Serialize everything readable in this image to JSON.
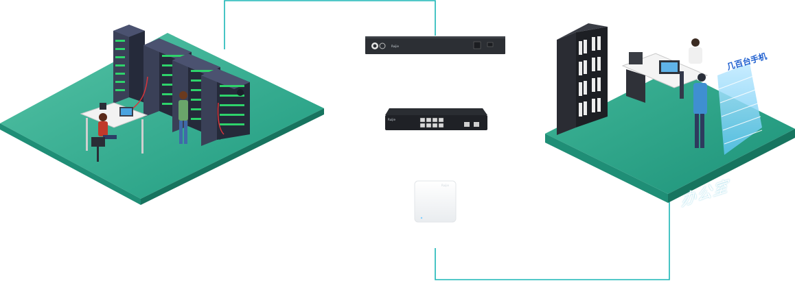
{
  "office": {
    "caption": "办公室",
    "rack_sign": "几百台手机"
  },
  "devices": {
    "rack_switch_label": "Ruijie",
    "desktop_switch_brand": "Ruijie",
    "access_point_brand": "Ruijie"
  },
  "colors": {
    "platform_top": "#2fa98c",
    "platform_side": "#1b7f6a",
    "connection_line": "#19b5b5",
    "rack_body": "#2e3346",
    "rack_led": "#2ed36b"
  }
}
